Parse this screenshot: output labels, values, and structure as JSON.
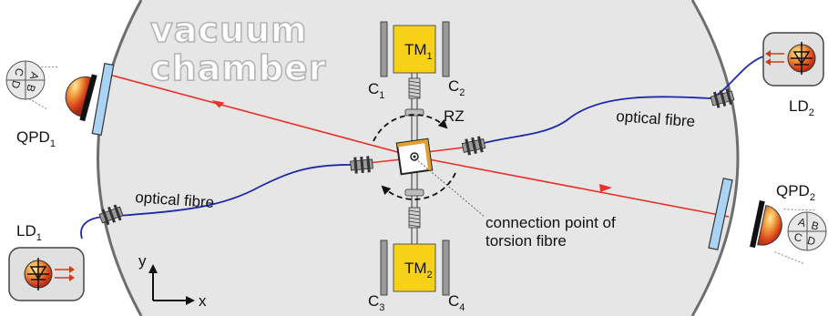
{
  "vacuum_chamber": {
    "line1": "vacuum",
    "line2": "chamber"
  },
  "test_masses": [
    {
      "base": "TM",
      "sub": "1"
    },
    {
      "base": "TM",
      "sub": "2"
    }
  ],
  "capacitors": [
    {
      "base": "C",
      "sub": "1"
    },
    {
      "base": "C",
      "sub": "2"
    },
    {
      "base": "C",
      "sub": "3"
    },
    {
      "base": "C",
      "sub": "4"
    }
  ],
  "qpds": [
    {
      "base": "QPD",
      "sub": "1",
      "quadrants": [
        "A",
        "B",
        "C",
        "D"
      ]
    },
    {
      "base": "QPD",
      "sub": "2",
      "quadrants": [
        "A",
        "B",
        "C",
        "D"
      ]
    }
  ],
  "laser_diodes": [
    {
      "base": "LD",
      "sub": "1"
    },
    {
      "base": "LD",
      "sub": "2"
    }
  ],
  "fibre_labels": {
    "left": "optical fibre",
    "right": "optical fibre"
  },
  "rotation_label": "RZ",
  "connection_label": {
    "line1": "connection point of",
    "line2": "torsion fibre"
  },
  "axes": {
    "x": "x",
    "y": "y"
  },
  "colors": {
    "chamber_fill": "#e6e6e6",
    "chamber_wall": "#6e6e6e",
    "laser": "#e8322a",
    "fibre": "#1f2aa8",
    "test_mass": "#f7d117",
    "window": "#a9d4f5",
    "qpd_dome": "#e2541a"
  }
}
